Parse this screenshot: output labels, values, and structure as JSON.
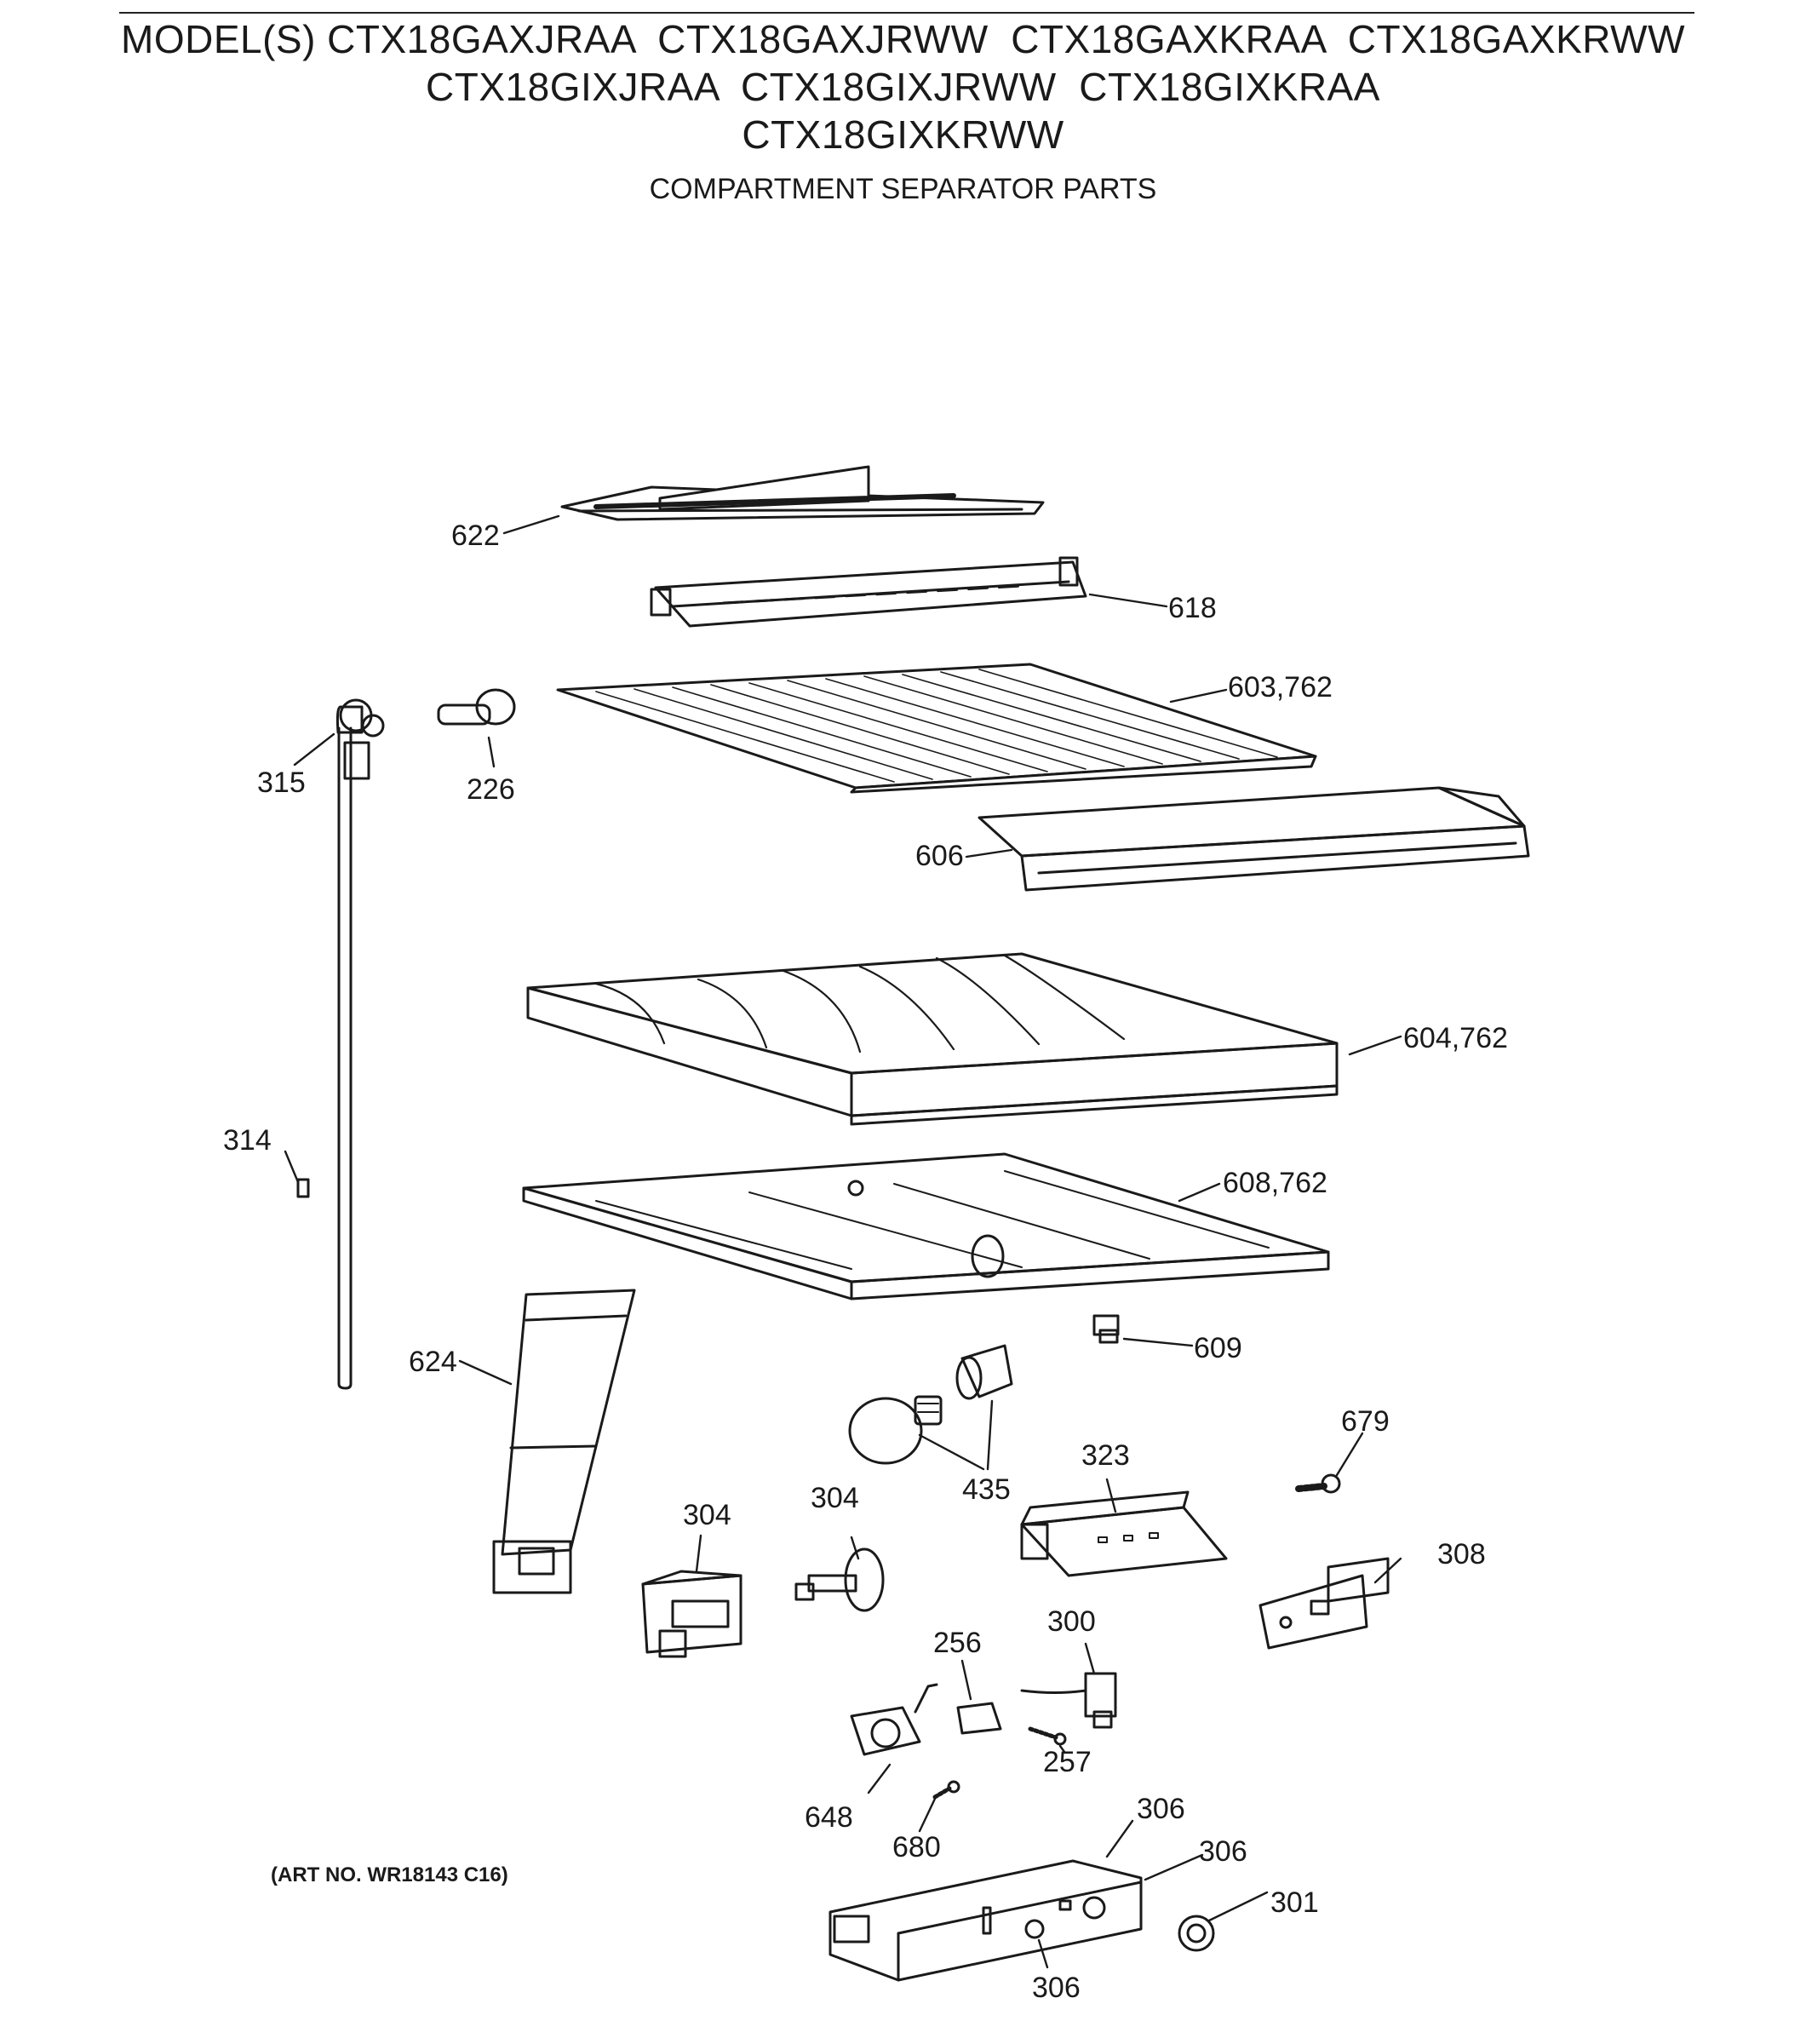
{
  "header": {
    "model_lines": [
      "MODEL(S) CTX18GAXJRAA  CTX18GAXJRWW  CTX18GAXKRAA  CTX18GAXKRWW",
      "CTX18GIXJRAA  CTX18GIXJRWW  CTX18GIXKRAA",
      "CTX18GIXKRWW"
    ],
    "subtitle": "COMPARTMENT SEPARATOR PARTS"
  },
  "parts": [
    {
      "id": "622",
      "label": "622"
    },
    {
      "id": "618",
      "label": "618"
    },
    {
      "id": "603",
      "label": "603,762"
    },
    {
      "id": "315",
      "label": "315"
    },
    {
      "id": "226",
      "label": "226"
    },
    {
      "id": "606",
      "label": "606"
    },
    {
      "id": "604",
      "label": "604,762"
    },
    {
      "id": "314",
      "label": "314"
    },
    {
      "id": "608",
      "label": "608,762"
    },
    {
      "id": "609",
      "label": "609"
    },
    {
      "id": "624",
      "label": "624"
    },
    {
      "id": "679",
      "label": "679"
    },
    {
      "id": "323",
      "label": "323"
    },
    {
      "id": "435",
      "label": "435"
    },
    {
      "id": "304a",
      "label": "304"
    },
    {
      "id": "304b",
      "label": "304"
    },
    {
      "id": "308",
      "label": "308"
    },
    {
      "id": "256",
      "label": "256"
    },
    {
      "id": "300",
      "label": "300"
    },
    {
      "id": "257",
      "label": "257"
    },
    {
      "id": "648",
      "label": "648"
    },
    {
      "id": "680",
      "label": "680"
    },
    {
      "id": "306a",
      "label": "306"
    },
    {
      "id": "306b",
      "label": "306"
    },
    {
      "id": "301",
      "label": "301"
    },
    {
      "id": "306c",
      "label": "306"
    }
  ],
  "footer": {
    "art_number": "(ART NO. WR18143 C16)"
  }
}
